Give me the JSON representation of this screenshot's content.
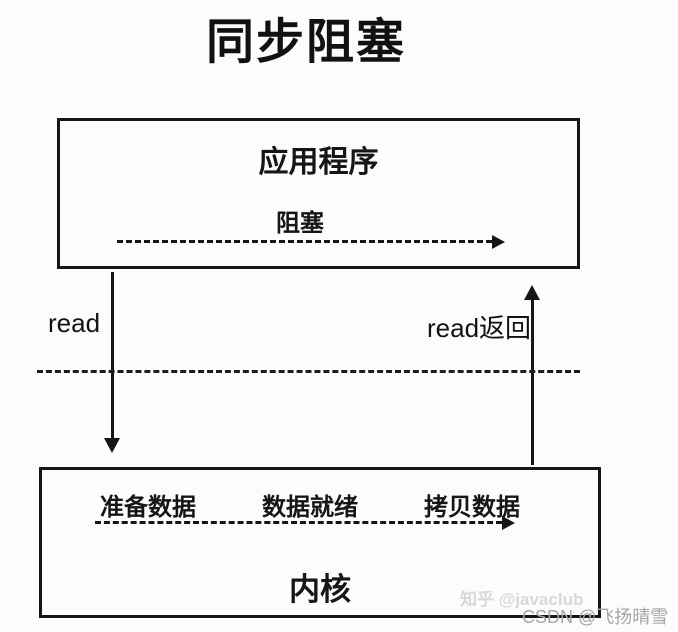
{
  "title": "同步阻塞",
  "application_box": {
    "label": "应用程序",
    "blocking_label": "阻塞"
  },
  "calls": {
    "read": "read",
    "read_return": "read返回"
  },
  "kernel_box": {
    "stages": [
      "准备数据",
      "数据就绪",
      "拷贝数据"
    ],
    "label": "内核"
  },
  "watermarks": {
    "zhihu": "知乎 @javaclub",
    "csdn": "CSDN @飞扬晴雪"
  },
  "colors": {
    "ink": "#161616",
    "background": "#fcfcfc",
    "watermark_light": "#d8d8d8",
    "watermark_gray": "#a6a6a6"
  }
}
